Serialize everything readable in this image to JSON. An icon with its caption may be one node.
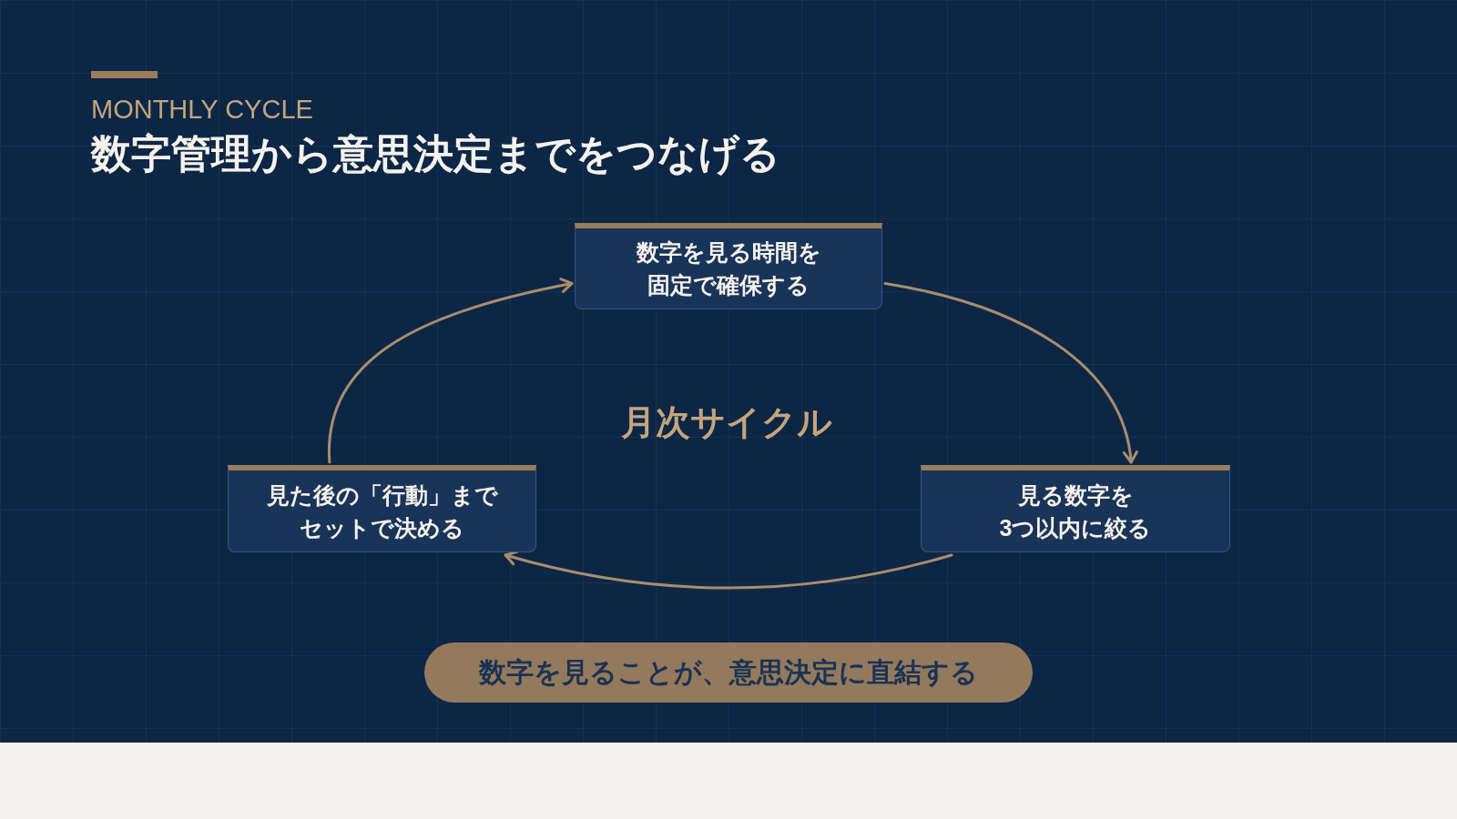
{
  "diagram": {
    "title": "数字管理から意思決定までをつなげる",
    "nodes": [
      {
        "text": [
          "数字を見る時間を固定で確保する"
        ]
      },
      {
        "text": [
          "見た後の「行動」までセットで決める"
        ]
      },
      {
        "text": [
          "見る数字を3つ以内に絞る"
        ]
      },
      {
        "text": [
          "数字を見ることが、意思決定に直結する"
        ]
      }
    ],
    "edges": [
      {
        "from": 0,
        "to": 2,
        "arrow": "to"
      },
      {
        "from": 2,
        "to": 1,
        "arrow": "to"
      },
      {
        "from": 1,
        "to": 0,
        "arrow": "to"
      }
    ],
    "labels": [
      "MONTHLY CYCLE",
      "月次サイクル"
    ]
  }
}
